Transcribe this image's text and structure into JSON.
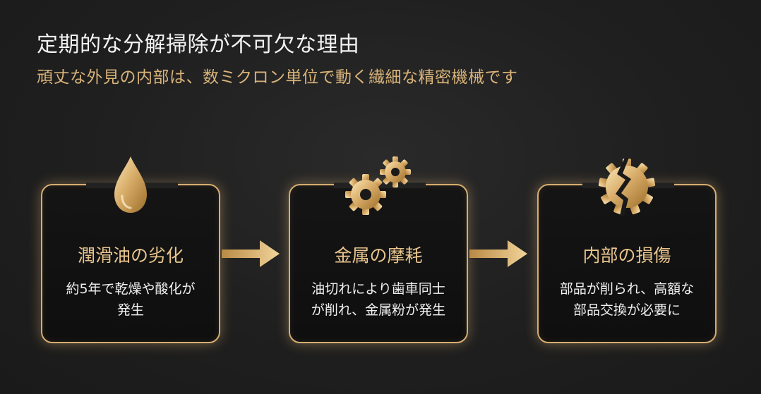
{
  "header": {
    "title": "定期的な分解掃除が不可欠な理由",
    "subtitle": "頑丈な外見の内部は、数ミクロン単位で動く繊細な精密機械です"
  },
  "steps": [
    {
      "icon": "oil-drop-icon",
      "title": "潤滑油の劣化",
      "desc_lines": [
        "約5年で乾燥や酸化が",
        "発生"
      ]
    },
    {
      "icon": "gears-icon",
      "title": "金属の摩耗",
      "desc_lines": [
        "油切れにより歯車同士",
        "が削れ、金属粉が発生"
      ]
    },
    {
      "icon": "broken-gear-icon",
      "title": "内部の損傷",
      "desc_lines": [
        "部品が削られ、高額な",
        "部品交換が必要に"
      ]
    }
  ],
  "colors": {
    "gold": "#d6ad70",
    "gold_light": "#f4dcaa",
    "gold_dark": "#a6782f",
    "background": "#1f1f1f"
  }
}
